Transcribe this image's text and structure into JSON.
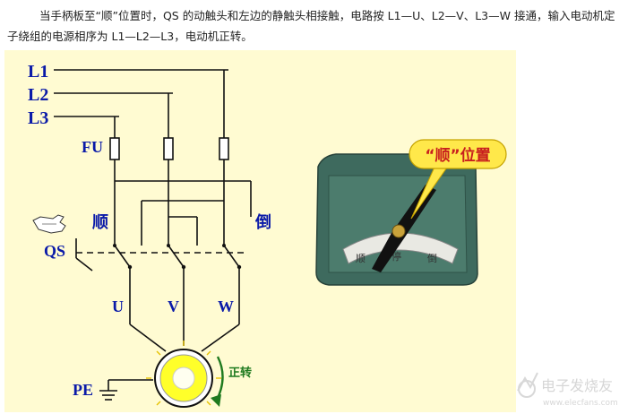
{
  "caption": "当手柄板至“顺”位置时，QS 的动触头和左边的静触头相接触，电路按 L1—U、L2—V、L3—W 接通，输入电动机定子绕组的电源相序为 L1—L2—L3，电动机正转。",
  "diagram": {
    "lines": [
      "L1",
      "L2",
      "L3"
    ],
    "fuse_label": "FU",
    "switch_label": "QS",
    "forward_label": "顺",
    "reverse_label": "倒",
    "terminals": [
      "U",
      "V",
      "W"
    ],
    "ground_label": "PE",
    "rotation_label": "正转"
  },
  "switch_photo": {
    "callout": "“顺”位置",
    "dial_labels": [
      "顺",
      "停",
      "倒"
    ]
  },
  "watermark": {
    "text": "电子发烧友",
    "url": "www.elecfans.com"
  },
  "colors": {
    "background_panel": "#fffbd2",
    "line_blue": "#0a1aa8",
    "motor_yellow": "#ffff2a",
    "rotation_green": "#1f7a1f",
    "callout_yellow": "#ffe84a",
    "callout_text": "#c81e1e",
    "box_teal": "#3e6a5e"
  }
}
